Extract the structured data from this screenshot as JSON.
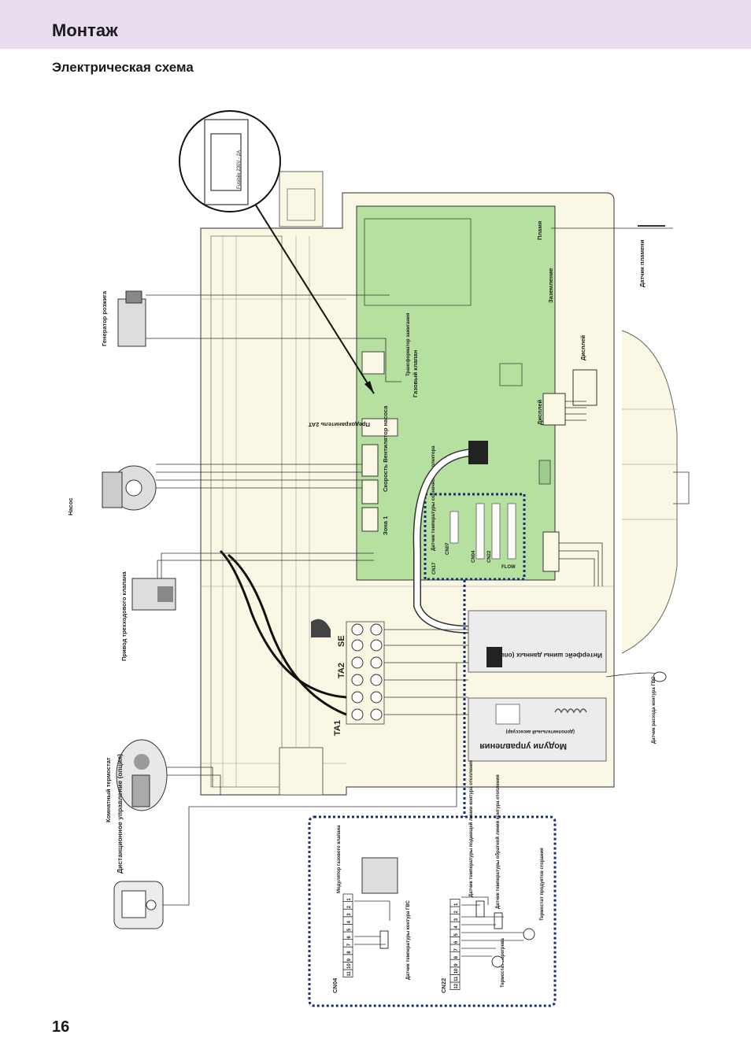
{
  "header": {
    "title": "Монтаж",
    "band_color": "#e9dcef"
  },
  "section": {
    "title": "Электрическая схема"
  },
  "page": {
    "number": "16"
  },
  "colors": {
    "board_green": "#b5e0a0",
    "housing": "#faf8e4",
    "accent_dots": "#1c2a73",
    "wire": "#222222"
  },
  "diagram": {
    "fuse_callout": "Fusibile 230V - 2A",
    "labels": {
      "ignition_generator": "Генератор розжига",
      "pump": "Насос",
      "three_way_valve": "Привод трехходового клапана",
      "room_thermostat": "Комнатный термостат",
      "remote_control": "Дистанционное управление (опция)",
      "flame_sensor": "Датчик пламени",
      "flow_sensor": "Датчик расхода контура ГВС",
      "display": "Дисплей",
      "display2": "Дисплей",
      "flame": "Пламя",
      "ground": "Заземление",
      "ignition_transformer": "Трансформатор зажигания",
      "gas_valve": "Газовый клапан",
      "fuse_board": "Предохранитель 2AT",
      "pump_speed": "Скорость Вентилятор насоса",
      "zone1": "Зона 1",
      "solar_sensor": "Датчик температуры солнечного коллектора",
      "cn07": "CN07",
      "cn04": "CN04",
      "cn22": "CN22",
      "cn17": "CN17",
      "flow": "FLOW",
      "bus_interface": "Интерфейс шины данных (опция)",
      "control_module": "Модули управления",
      "control_module_sub": "(дополнительный аксессуар)",
      "se": "SE",
      "ta2": "TA2",
      "ta1": "TA1",
      "modulator": "Модулятор газового клапана",
      "dhw_sensor": "Датчик температуры контура ГВС",
      "flow_temp_sensor": "Датчик температуры подающей линии контура отопления",
      "return_temp_sensor": "Датчик температуры обратной линии контура отопления",
      "flue_thermostat": "Термостат продуктов сгорания",
      "overheat_thermostat": "Термостат перегрева",
      "inset_cn04": "CN04",
      "inset_cn22": "CN22"
    },
    "cn04_pins": [
      "11",
      "10",
      "9",
      "8",
      "7",
      "6",
      "5",
      "4",
      "3",
      "2",
      "1"
    ],
    "cn22_pins": [
      "12",
      "11",
      "10",
      "9",
      "8",
      "7",
      "6",
      "5",
      "4",
      "3",
      "2",
      "1"
    ]
  }
}
